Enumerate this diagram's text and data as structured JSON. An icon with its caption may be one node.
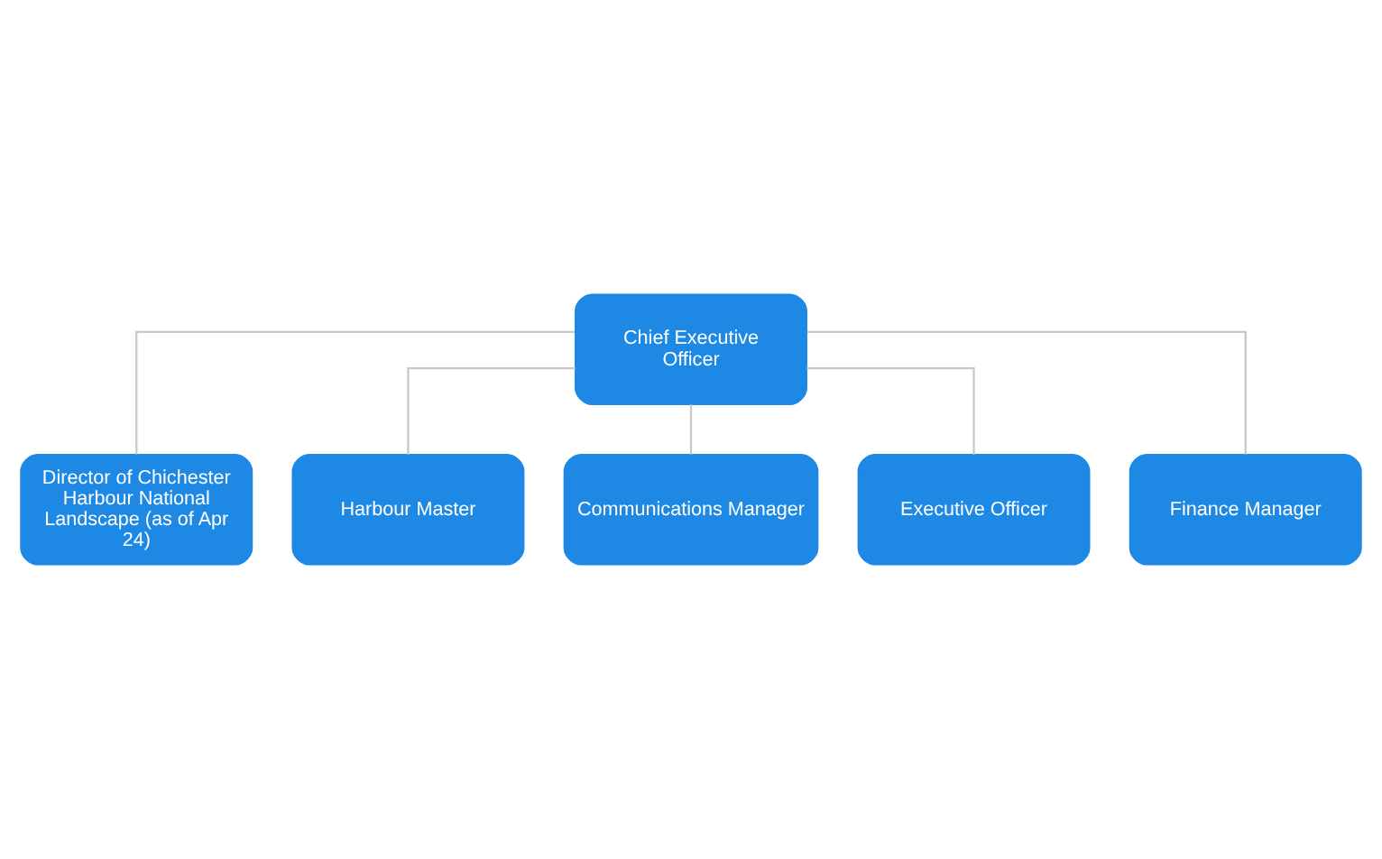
{
  "diagram": {
    "nodes": [
      {
        "text": [
          "Chief Executive Officer"
        ]
      },
      {
        "text": [
          "Director of Chichester Harbour National Landscape (as of Apr 24)"
        ]
      },
      {
        "text": [
          "Harbour Master"
        ]
      },
      {
        "text": [
          "Communications Manager"
        ]
      },
      {
        "text": [
          "Executive Officer"
        ]
      },
      {
        "text": [
          "Finance Manager"
        ]
      }
    ],
    "edges": [
      {
        "from": 0,
        "to": 1,
        "arrow": "none"
      },
      {
        "from": 0,
        "to": 2,
        "arrow": "none"
      },
      {
        "from": 0,
        "to": 3,
        "arrow": "none"
      },
      {
        "from": 0,
        "to": 4,
        "arrow": "none"
      },
      {
        "from": 0,
        "to": 5,
        "arrow": "none"
      }
    ]
  }
}
